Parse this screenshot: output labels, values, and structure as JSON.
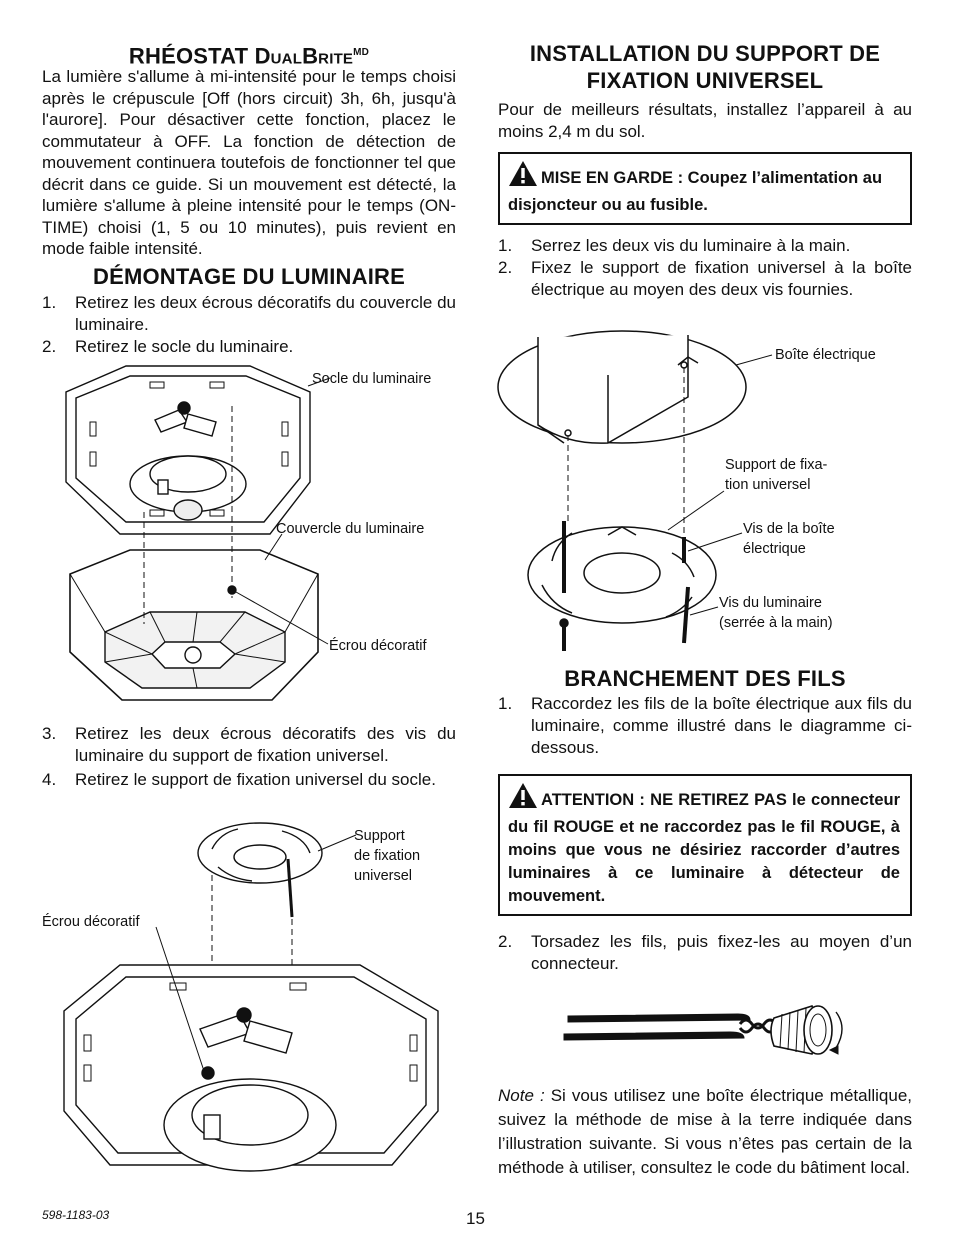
{
  "left": {
    "rheostat": {
      "title_main": "RHÉOSTAT ",
      "title_sc": "DualBrite",
      "title_sup": "MD",
      "body": "La lumière s'allume à mi-intensité pour le temps choisi après le crépuscule [Off (hors circuit) 3h, 6h, jusqu'à l'aurore]. Pour désactiver cette fonction, placez le commutateur à OFF. La fonction de détection de mouvement continuera toutefois de fonctionner tel que décrit dans ce guide. Si un mouvement est détecté, la lumière s'allume à pleine intensité pour le temps (ON-TIME) choisi (1, 5 ou 10 minutes), puis revient en mode faible intensité."
    },
    "demontage": {
      "title": "DÉMONTAGE DU LUMINAIRE",
      "steps": [
        {
          "n": "1.",
          "text": "Retirez les deux écrous décoratifs du couvercle du luminaire."
        },
        {
          "n": "2.",
          "text": "Retirez le socle du luminaire."
        },
        {
          "n": "3.",
          "text": "Retirez les deux écrous décoratifs des vis du luminaire du support de fixation universel."
        },
        {
          "n": "4.",
          "text": "Retirez le support de fixation universel du socle."
        }
      ],
      "fig1_labels": {
        "socle": "Socle du luminaire",
        "couvercle": "Couvercle du luminaire",
        "ecrou": "Écrou décoratif"
      },
      "fig2_labels": {
        "support_l1": "Support",
        "support_l2": "de fixation",
        "support_l3": "universel",
        "ecrou": "Écrou décoratif"
      }
    }
  },
  "right": {
    "installation": {
      "title_l1": "INSTALLATION DU SUPPORT DE",
      "title_l2": "FIXATION UNIVERSEL",
      "body": "Pour de meilleurs résultats, installez l’appareil à au moins 2,4 m du sol.",
      "warning": "MISE EN GARDE : Coupez l’alimentation au disjoncteur ou au fusible.",
      "steps": [
        {
          "n": "1.",
          "text": "Serrez les deux vis du luminaire à la main."
        },
        {
          "n": "2.",
          "text": "Fixez le support de fixation universel à la boîte électrique au moyen des deux vis fournies."
        }
      ],
      "fig_labels": {
        "boite": "Boîte électrique",
        "support_l1": "Support de fixa-",
        "support_l2": "tion universel",
        "vis_boite_l1": "Vis de la boîte",
        "vis_boite_l2": "électrique",
        "vis_lum_l1": "Vis du luminaire",
        "vis_lum_l2": "(serrée à la main)"
      }
    },
    "branchement": {
      "title": "BRANCHEMENT DES FILS",
      "step1": {
        "n": "1.",
        "text": "Raccordez les fils de la boîte électrique aux fils du luminaire, comme illustré dans le diagramme ci-dessous."
      },
      "warning": "ATTENTION : NE RETIREZ PAS le connecteur du fil ROUGE et ne raccordez pas le fil ROUGE, à moins que vous ne désiriez raccorder d’autres luminaires à ce luminaire à détecteur de mouvement.",
      "step2": {
        "n": "2.",
        "text": "Torsadez les fils, puis fixez-les au moyen d’un connecteur."
      },
      "note_label": "Note :",
      "note_text": " Si vous utilisez une boîte électrique métallique, suivez la méthode de mise à la terre indiquée dans l’illustration suivante. Si vous n’êtes pas certain de la méthode à utiliser, consultez le code du bâtiment local."
    }
  },
  "footer": {
    "doc_number": "598-1183-03",
    "page": "15"
  }
}
